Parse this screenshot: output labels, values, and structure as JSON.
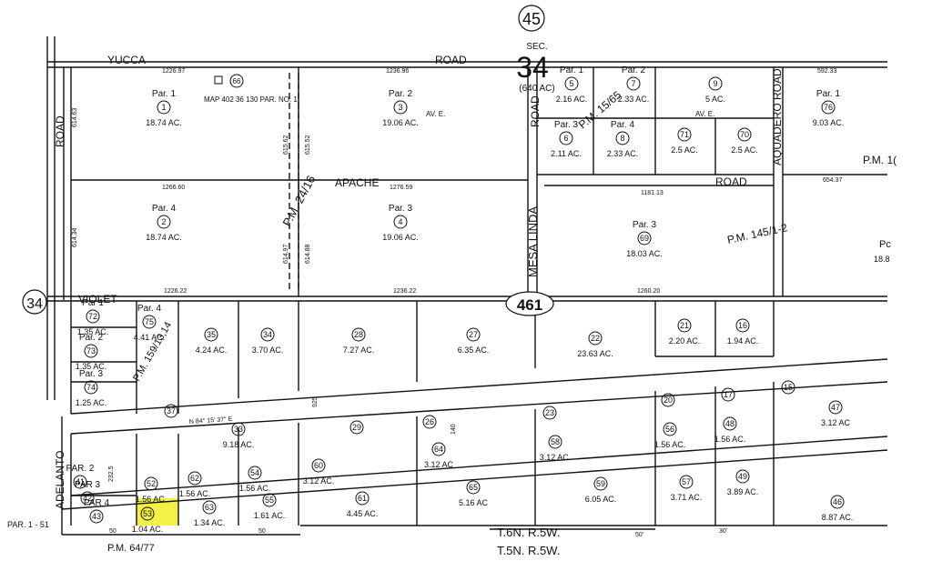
{
  "header": {
    "circle_top": "45",
    "sec_label": "SEC.",
    "sec_number": "34",
    "sec_acres": "(640 AC)",
    "circle_left": "34",
    "circle_road": "461"
  },
  "roads": {
    "yucca": "YUCCA",
    "yucca_road": "ROAD",
    "apache": "APACHE",
    "apache_road": "ROAD",
    "violet": "VIOLET",
    "mesa_linda": "MESA LINDA",
    "mesa_road": "ROAD",
    "aquadero": "AQUADERO ROAD",
    "left_road": "ROAD",
    "adelanto": "ADELANTO"
  },
  "map_refs": {
    "map_note": "MAP 402 36 130 PAR. NO. 1",
    "map_num": "66",
    "pm_24_16": "P.M. 24/16",
    "pm_15_65": "P.M. 15/65",
    "pm_145_1_2": "P.M. 145/1-2",
    "pm_159": "P.M. 159/13,14",
    "pm_64_77": "P.M. 64/77",
    "pm_cut": "P.M. 1(",
    "twp_6n": "T.6N. R.5W.",
    "twp_5n": "T.5N. R.5W.",
    "par1_51": "PAR. 1 - 51",
    "ave_1": "AV. E.",
    "ave_2": "AV. E.",
    "par_cut": "Pc",
    "acres_cut": "18.8"
  },
  "parcels": [
    {
      "id": "p1",
      "par": "Par. 1",
      "num": "1",
      "ac": "18.74 AC."
    },
    {
      "id": "p2",
      "par": "Par. 4",
      "num": "2",
      "ac": "18.74 AC."
    },
    {
      "id": "p3",
      "par": "Par. 2",
      "num": "3",
      "ac": "19.06 AC."
    },
    {
      "id": "p4",
      "par": "Par. 3",
      "num": "4",
      "ac": "19.06 AC."
    },
    {
      "id": "p5",
      "par": "Par. 1",
      "num": "5",
      "ac": "2.16 AC."
    },
    {
      "id": "p6",
      "par": "Par. 3",
      "num": "6",
      "ac": "2.11 AC."
    },
    {
      "id": "p7",
      "par": "Par. 2",
      "num": "7",
      "ac": "2.33 AC."
    },
    {
      "id": "p8",
      "par": "Par. 4",
      "num": "8",
      "ac": "2.33 AC."
    },
    {
      "id": "p9",
      "par": "",
      "num": "9",
      "ac": "5 AC."
    },
    {
      "id": "p71",
      "par": "",
      "num": "71",
      "ac": "2.5 AC."
    },
    {
      "id": "p70",
      "par": "",
      "num": "70",
      "ac": "2.5 AC."
    },
    {
      "id": "p76",
      "par": "Par. 1",
      "num": "76",
      "ac": "9.03 AC."
    },
    {
      "id": "p69",
      "par": "Par. 3",
      "num": "69",
      "ac": "18.03 AC."
    },
    {
      "id": "p72",
      "par": "Par 1",
      "num": "72",
      "ac": "1.35 AC."
    },
    {
      "id": "p73",
      "par": "Par. 2",
      "num": "73",
      "ac": "1.35 AC."
    },
    {
      "id": "p74",
      "par": "Par. 3",
      "num": "74",
      "ac": "1.25 AC."
    },
    {
      "id": "p75",
      "par": "Par. 4",
      "num": "75",
      "ac": "4.41 AC."
    },
    {
      "id": "p35",
      "par": "",
      "num": "35",
      "ac": "4.24 AC."
    },
    {
      "id": "p34",
      "par": "",
      "num": "34",
      "ac": "3.70 AC."
    },
    {
      "id": "p28",
      "par": "",
      "num": "28",
      "ac": "7.27 AC."
    },
    {
      "id": "p27",
      "par": "",
      "num": "27",
      "ac": "6.35 AC."
    },
    {
      "id": "p22",
      "par": "",
      "num": "22",
      "ac": "23.63 AC."
    },
    {
      "id": "p21",
      "par": "",
      "num": "21",
      "ac": "2.20 AC."
    },
    {
      "id": "p16",
      "par": "",
      "num": "16",
      "ac": "1.94 AC."
    },
    {
      "id": "p37",
      "par": "",
      "num": "37",
      "ac": ""
    },
    {
      "id": "p33",
      "par": "",
      "num": "33",
      "ac": "9.18 AC."
    },
    {
      "id": "p29",
      "par": "",
      "num": "29",
      "ac": ""
    },
    {
      "id": "p26",
      "par": "",
      "num": "26",
      "ac": ""
    },
    {
      "id": "p23",
      "par": "",
      "num": "23",
      "ac": ""
    },
    {
      "id": "p20",
      "par": "",
      "num": "20",
      "ac": ""
    },
    {
      "id": "p17",
      "par": "",
      "num": "17",
      "ac": ""
    },
    {
      "id": "p15",
      "par": "",
      "num": "15",
      "ac": ""
    },
    {
      "id": "p47",
      "par": "",
      "num": "47",
      "ac": "3.12 AC"
    },
    {
      "id": "p64",
      "par": "",
      "num": "64",
      "ac": "3.12 AC"
    },
    {
      "id": "p58",
      "par": "",
      "num": "58",
      "ac": "3.12 AC."
    },
    {
      "id": "p56",
      "par": "",
      "num": "56",
      "ac": "1.56 AC."
    },
    {
      "id": "p48",
      "par": "",
      "num": "48",
      "ac": "1.56 AC."
    },
    {
      "id": "p41",
      "par": "PAR. 2",
      "num": "41",
      "ac": ""
    },
    {
      "id": "p42",
      "par": "PAR 3",
      "num": "42",
      "ac": ""
    },
    {
      "id": "p43",
      "par": "PAR 4",
      "num": "43",
      "ac": ""
    },
    {
      "id": "p52",
      "par": "",
      "num": "52",
      "ac": "1.56 AC."
    },
    {
      "id": "p62",
      "par": "",
      "num": "62",
      "ac": "1.56 AC."
    },
    {
      "id": "p54",
      "par": "",
      "num": "54",
      "ac": "1.56 AC."
    },
    {
      "id": "p60",
      "par": "",
      "num": "60",
      "ac": "3.12 AC."
    },
    {
      "id": "p53",
      "par": "",
      "num": "53",
      "ac": "1.04 AC."
    },
    {
      "id": "p63",
      "par": "",
      "num": "63",
      "ac": "1.34 AC."
    },
    {
      "id": "p55",
      "par": "",
      "num": "55",
      "ac": "1.61 AC."
    },
    {
      "id": "p61",
      "par": "",
      "num": "61",
      "ac": "4.45 AC."
    },
    {
      "id": "p65",
      "par": "",
      "num": "65",
      "ac": "5.16 AC"
    },
    {
      "id": "p59",
      "par": "",
      "num": "59",
      "ac": "6.05 AC."
    },
    {
      "id": "p57",
      "par": "",
      "num": "57",
      "ac": "3.71 AC."
    },
    {
      "id": "p49",
      "par": "",
      "num": "49",
      "ac": "3.89 AC."
    },
    {
      "id": "p46",
      "par": "",
      "num": "46",
      "ac": "8.87 AC."
    }
  ],
  "dims": {
    "d1": "1226.97",
    "d2": "1236.96",
    "d3": "1266.60",
    "d4": "1276.59",
    "d5": "1226.22",
    "d6": "1236.22",
    "d7": "1260.20",
    "d8": "592.33",
    "d9": "654.37",
    "d10": "1181.13",
    "d11": "614.63",
    "d12": "614.34",
    "d13": "615.62",
    "d14": "615.52",
    "d15": "614.97",
    "d16": "614.88",
    "d17": "N 84° 15' 37\" E",
    "d18": "232.5",
    "d19": "140",
    "d20": "925",
    "d21": "50",
    "d22": "50'",
    "d23": "30'",
    "d24": "50"
  },
  "colors": {
    "highlight": "#f3f04a",
    "ink": "#111111"
  }
}
